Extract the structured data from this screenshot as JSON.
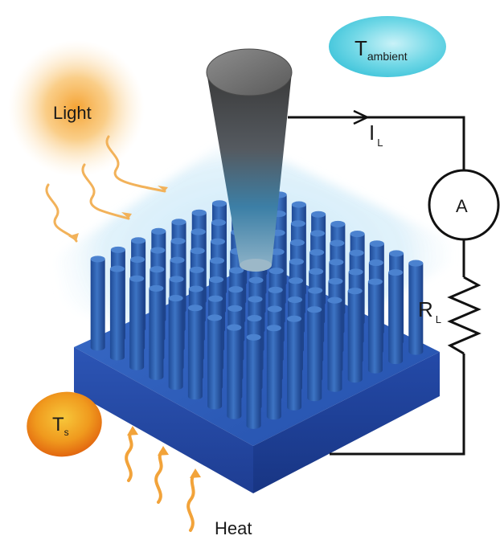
{
  "labels": {
    "light": "Light",
    "heat": "Heat",
    "ambient_symbol": "T",
    "ambient_subscript": "ambient",
    "surface_symbol": "T",
    "surface_subscript": "s",
    "current_symbol": "I",
    "current_subscript": "L",
    "resistor_symbol": "R",
    "resistor_subscript": "L",
    "ammeter": "A"
  },
  "colors": {
    "substrate_top": "#2f5fbf",
    "substrate_side": "#1f3f9f",
    "pillar": "#3569b8",
    "glow": "#bfe3f7",
    "light_source": "#f3a53a",
    "heat_arrows": "#f2a33a",
    "ambient_bubble": "#5fd3e3",
    "surface_bubble": "#e97e12",
    "wire": "#111111"
  }
}
